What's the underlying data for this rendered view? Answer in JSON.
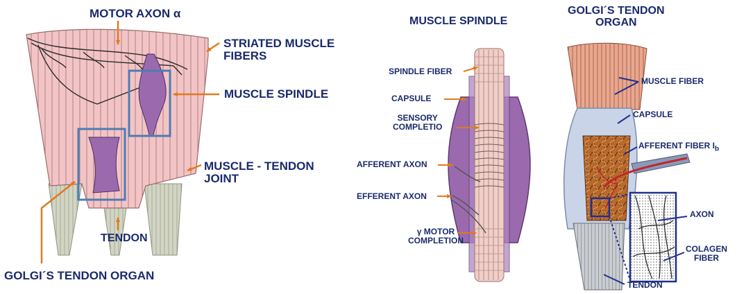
{
  "colors": {
    "label_text": "#1a2a6c",
    "arrow": "#e07a1e",
    "muscle_fiber": "#f3c4c6",
    "spindle": "#9b6aae",
    "tendon": "#cfd2c2",
    "box_outline": "#4f7bb3",
    "capsule": "#c9d4e8",
    "afferent": "#c0262d",
    "blue_line": "#1e2f8f"
  },
  "left_panel": {
    "motor_axon": "MOTOR AXON α",
    "striated_fibers": [
      "STRIATED MUSCLE",
      "FIBERS"
    ],
    "muscle_spindle": "MUSCLE SPINDLE",
    "muscle_tendon_joint": [
      "MUSCLE - TENDON",
      "JOINT"
    ],
    "tendon": "TENDON",
    "golgi_tendon_organ": "GOLGI´S TENDON ORGAN"
  },
  "middle_panel": {
    "title": "MUSCLE SPINDLE",
    "spindle_fiber": "SPINDLE FIBER",
    "capsule": "CAPSULE",
    "sensory_completion": [
      "SENSORY",
      "COMPLETIO"
    ],
    "afferent_axon": "AFFERENT AXON",
    "efferent_axon": "EFFERENT AXON",
    "gamma_motor": [
      "γ MOTOR",
      "COMPLETION"
    ]
  },
  "right_panel": {
    "title": [
      "GOLGI´S TENDON",
      "ORGAN"
    ],
    "muscle_fiber": "MUSCLE FIBER",
    "capsule": "CAPSULE",
    "afferent_fiber": "AFFERENT FIBER I",
    "afferent_fiber_sub": "b",
    "axon": "AXON",
    "colagen_fiber": [
      "COLAGEN",
      "FIBER"
    ],
    "tendon": "TENDON"
  }
}
